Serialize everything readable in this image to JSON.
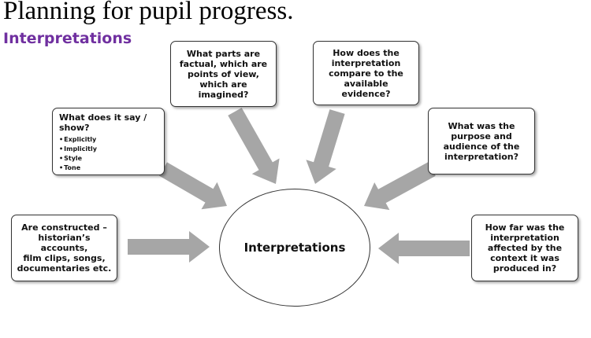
{
  "header": {
    "title": "Planning for pupil progress.",
    "subtitle": "Interpretations"
  },
  "colors": {
    "subtitle": "#7030a0",
    "arrow": "#a6a6a6"
  },
  "center": {
    "label": "Interpretations"
  },
  "boxes": {
    "what_says": {
      "question": "What does it say /\nshow?",
      "items": [
        "Explicitly",
        "Implicitly",
        "Style",
        "Tone"
      ]
    },
    "parts": {
      "text": "What parts are\nfactual, which are\npoints of view,\nwhich are\nimagined?"
    },
    "compare": {
      "text": "How does the\ninterpretation\ncompare to the\navailable evidence?"
    },
    "purpose": {
      "text": "What was the\npurpose and\naudience of the\ninterpretation?"
    },
    "constructed": {
      "text": "Are constructed –\nhistorian’s accounts,\nfilm clips, songs,\ndocumentaries etc."
    },
    "context": {
      "text": "How far was the\ninterpretation\naffected by the\ncontext it was\nproduced in?"
    }
  }
}
